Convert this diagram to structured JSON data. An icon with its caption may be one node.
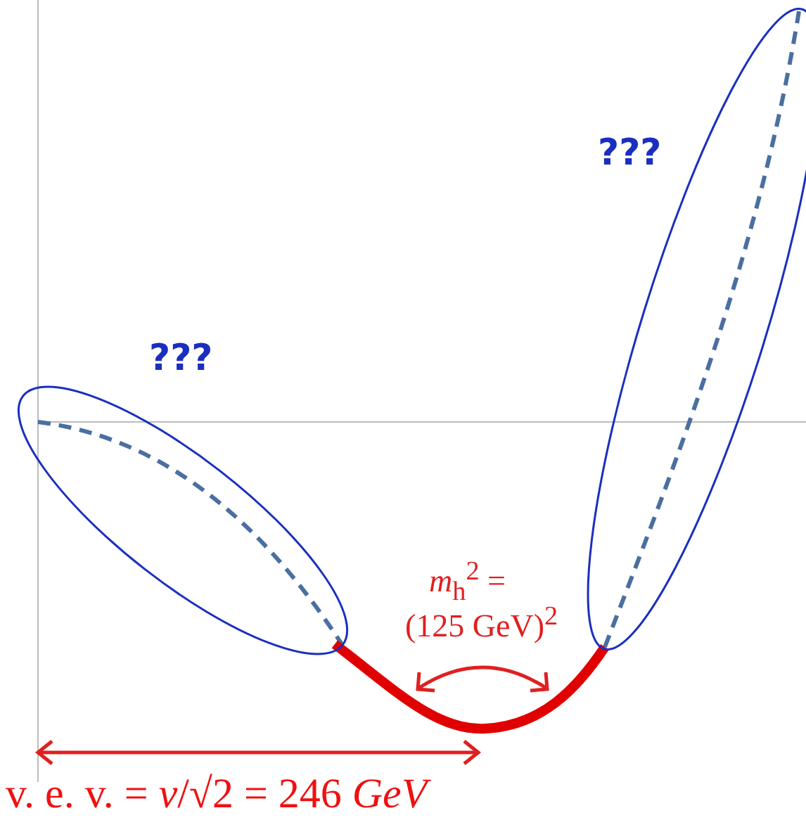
{
  "diagram": {
    "nodes": [
      {
        "text": [
          "???"
        ]
      },
      {
        "text": [
          "???"
        ]
      }
    ],
    "labels": [
      "*m*$_{h}$$^{2}$ =",
      "(125 GeV)$^{2}$",
      "v. e. v. = *v*/√2 = 246 *GeV*"
    ]
  }
}
